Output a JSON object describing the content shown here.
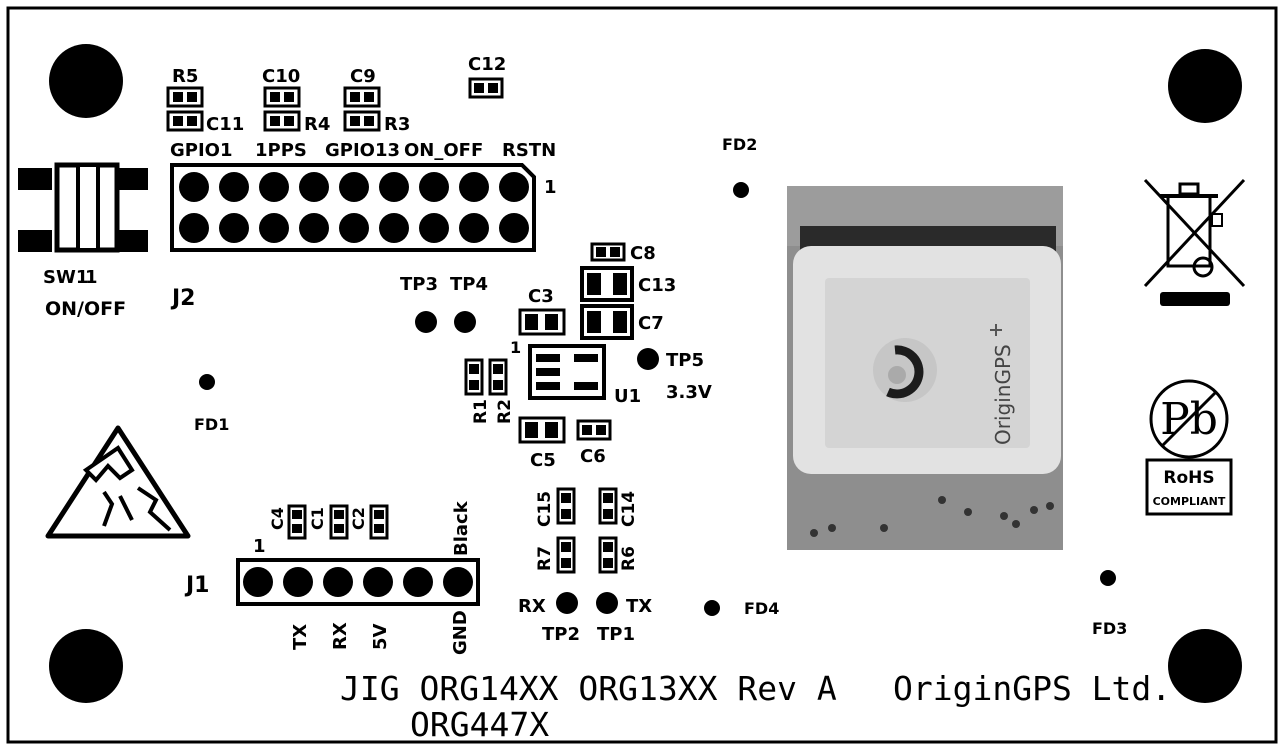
{
  "board": {
    "title_line1": "JIG ORG14XX ORG13XX Rev A",
    "title_line2": "ORG447X",
    "company": "OriginGPS Ltd.",
    "module_brand": "OriginGPS"
  },
  "colors": {
    "ink": "#000000",
    "paper": "#ffffff"
  },
  "switch": {
    "ref": "SW1",
    "pin": "1",
    "label": "ON/OFF"
  },
  "j2": {
    "ref": "J2",
    "pin1": "1",
    "signals": [
      "GPIO1",
      "1PPS",
      "GPIO13",
      "ON_OFF",
      "RSTN"
    ]
  },
  "j1": {
    "ref": "J1",
    "pin1": "1",
    "black": "Black",
    "signals": [
      "TX",
      "RX",
      "5V",
      "GND"
    ]
  },
  "resistors": [
    "R5",
    "R4",
    "R3",
    "R1",
    "R2",
    "R7",
    "R6"
  ],
  "capacitors": [
    "C10",
    "C9",
    "C11",
    "C12",
    "C8",
    "C13",
    "C3",
    "C7",
    "C5",
    "C6",
    "C15",
    "C14",
    "C4",
    "C1",
    "C2"
  ],
  "test_points": {
    "tp3": "TP3",
    "tp4": "TP4",
    "tp5": "TP5",
    "tp5_voltage": "3.3V",
    "tp1": "TP1",
    "tp2": "TP2",
    "rx": "RX",
    "tx": "TX"
  },
  "fiducials": [
    "FD1",
    "FD2",
    "FD3",
    "FD4"
  ],
  "u1": {
    "ref": "U1",
    "pin1": "1"
  },
  "icons": {
    "esd": "esd-warning-icon",
    "weee": "weee-crossed-bin-icon",
    "rohs": "rohs-pb-free-icon"
  },
  "rohs": {
    "symbol": "Pb",
    "line1": "RoHS",
    "line2": "COMPLIANT"
  }
}
